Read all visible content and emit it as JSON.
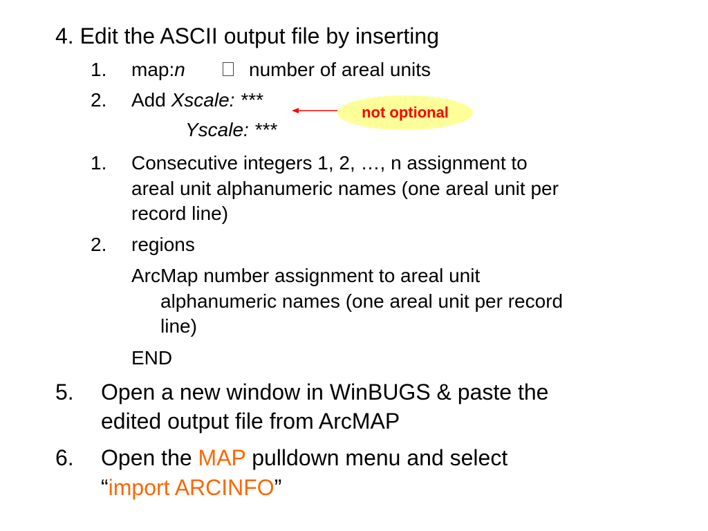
{
  "slide": {
    "item4": {
      "text": "4. Edit the ASCII output file by inserting",
      "sub1_num": "1.",
      "sub1_prefix": "map:",
      "sub1_var": "n",
      "sub1_symbol": "",
      "sub1_rest": "number of areal units",
      "sub2_num": "2.",
      "sub2_prefix": "Add ",
      "sub2_xscale": "Xscale: ***",
      "sub2_yscale": "Yscale: ***",
      "sub3_num": "1.",
      "sub3_line1": "Consecutive integers 1, 2, …, n assignment to",
      "sub3_line2": "areal unit alphanumeric names (one areal unit per",
      "sub3_line3": "record line)",
      "sub4_num": "2.",
      "sub4_text": "regions",
      "arcmap_line1": "ArcMap number assignment to areal unit",
      "arcmap_line2": "alphanumeric names (one areal unit per record",
      "arcmap_line3": "line)",
      "end_text": "END"
    },
    "callout": {
      "text": "not optional",
      "fill_color": "#ffff99",
      "text_color": "#ff0000",
      "arrow_color": "#ff0000"
    },
    "item5": {
      "num": "5.",
      "line1": "Open a new window in WinBUGS & paste the",
      "line2": "edited output file from ArcMAP"
    },
    "item6": {
      "num": "6.",
      "line1_a": "Open the ",
      "line1_b": "MAP",
      "line1_c": " pulldown menu and select",
      "line2_open_quote": "“",
      "line2_highlight": "import ARCINFO",
      "line2_close_quote": "”"
    },
    "accent_color": "#ff6600"
  }
}
